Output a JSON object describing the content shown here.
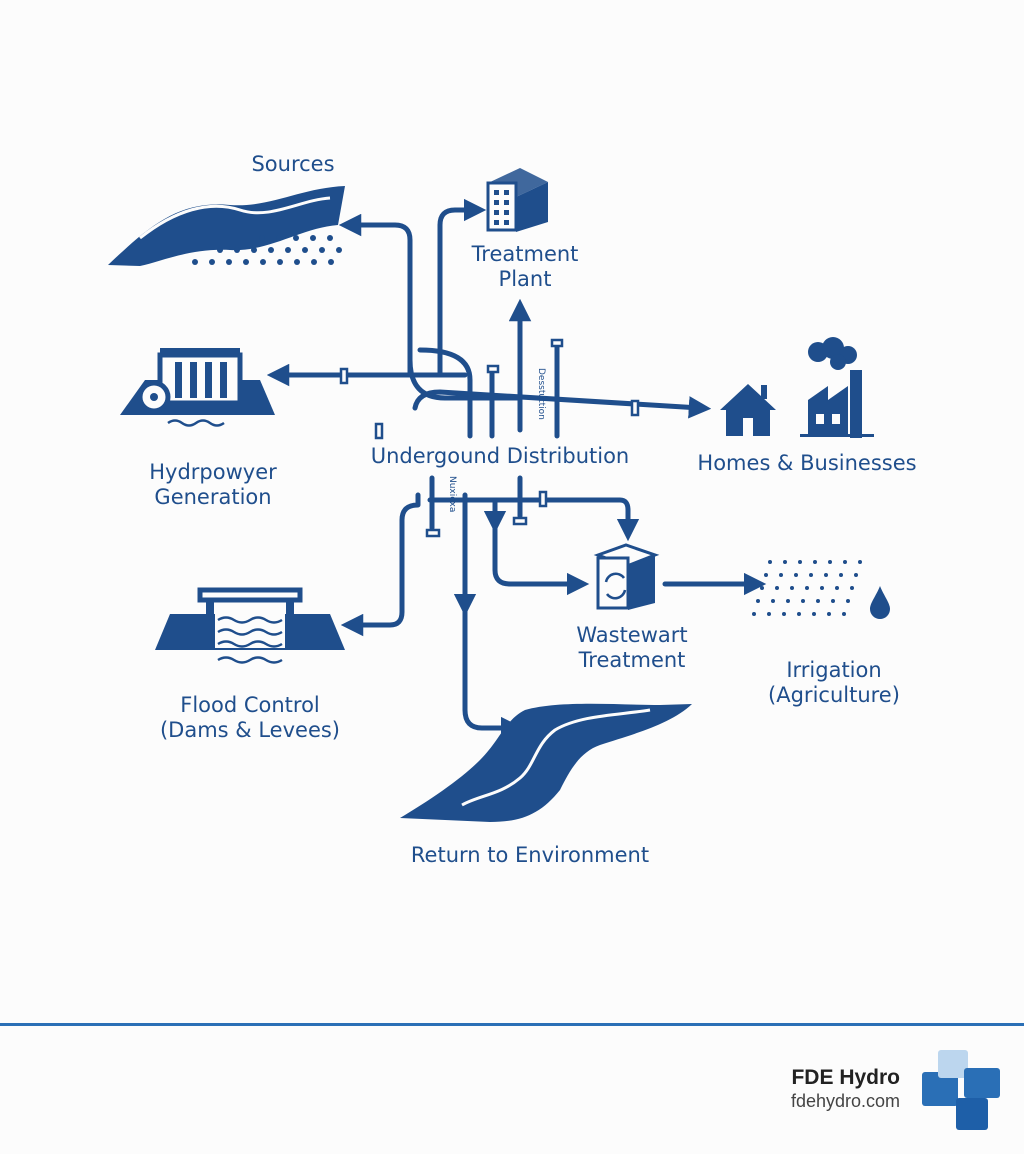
{
  "labels": {
    "sources": "Sources",
    "treatment_plant": [
      "Treatment",
      "Plant"
    ],
    "hydropower": [
      "Hydrpowyer",
      "Generation"
    ],
    "distribution": "Undergound Distribution",
    "homes": "Homes & Businesses",
    "flood": [
      "Flood Control",
      "(Dams & Levees)"
    ],
    "wastewater": [
      "Wastewart",
      "Treatment"
    ],
    "irrigation": [
      "Irrigation",
      "(Agriculture)"
    ],
    "environment": "Return to Environment"
  },
  "pipe_labels": {
    "upper": "Desstuttion",
    "lower": "Nuxioxa"
  },
  "footer": {
    "brand": "FDE Hydro",
    "url": "fdehydro.com"
  },
  "colors": {
    "primary": "#1f4e8c",
    "accent": "#2a6fb6",
    "background": "#fcfcfc"
  }
}
